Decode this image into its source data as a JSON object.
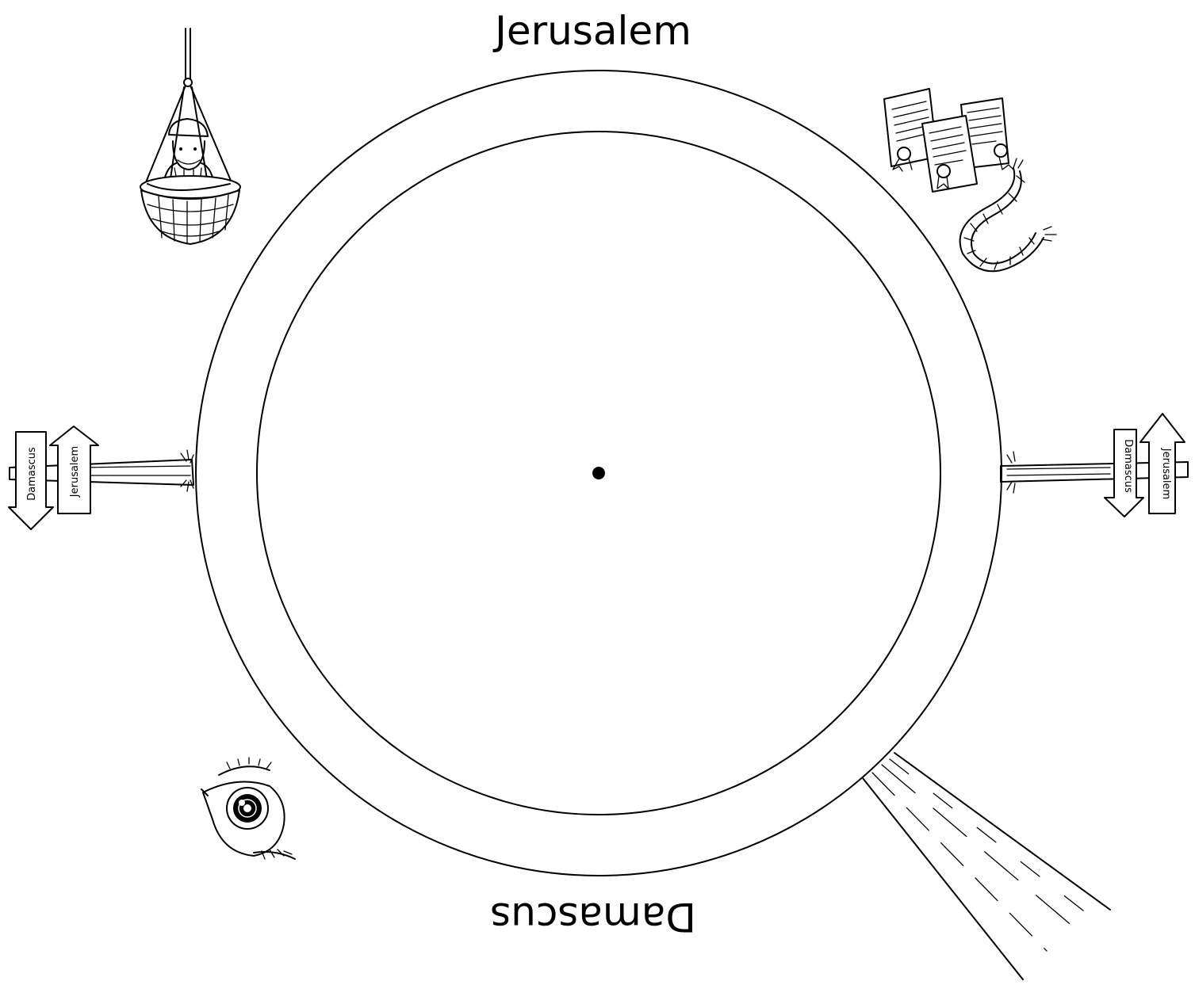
{
  "top_label": "Jerusalem",
  "bottom_label": "Damascus",
  "left_sign": {
    "arrow_down_label": "Damascus",
    "arrow_up_label": "Jerusalem"
  },
  "right_sign": {
    "arrow_down_label": "Damascus",
    "arrow_up_label": "Jerusalem"
  },
  "icons": {
    "top_left": "basket-lowered-icon",
    "top_right": "letters-and-rope-icon",
    "bottom_left": "eye-icon",
    "bottom_right": "light-beam-icon"
  },
  "colors": {
    "ink": "#000000",
    "paper": "#ffffff"
  }
}
